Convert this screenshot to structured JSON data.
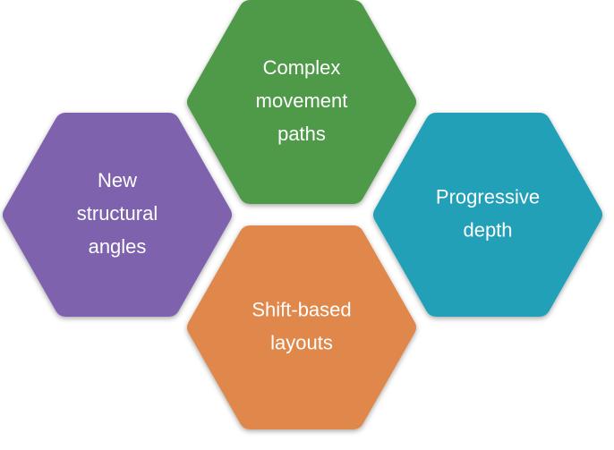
{
  "diagram": {
    "hexagons": [
      {
        "id": "complex-movement-paths",
        "lines": [
          "Complex",
          "movement",
          "paths"
        ],
        "color": "#4f9a4a"
      },
      {
        "id": "new-structural-angles",
        "lines": [
          "New",
          "structural",
          "angles"
        ],
        "color": "#7e62ad"
      },
      {
        "id": "progressive-depth",
        "lines": [
          "Progressive",
          "depth"
        ],
        "color": "#21a0b8"
      },
      {
        "id": "shift-based-layouts",
        "lines": [
          "Shift-based",
          "layouts"
        ],
        "color": "#e0884c"
      }
    ]
  }
}
